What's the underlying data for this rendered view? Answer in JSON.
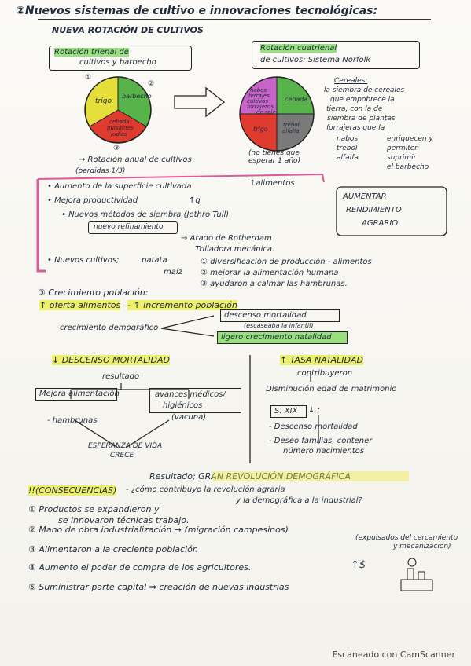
{
  "title": "②Nuevos sistemas de cultivo e innovaciones tecnológicas:",
  "subtitle": "NUEVA ROTACIÓN DE CULTIVOS",
  "rot_trienal": [
    "Rotación trienal de",
    "cultivos y barbecho"
  ],
  "rot_cuatrienal": [
    "Rotación cuatrienal",
    "de cultivos: Sistema Norfolk"
  ],
  "circle_left": {
    "n1": "①",
    "n2": "②",
    "n3": "③",
    "trigo": "trigo",
    "barbecho": "barbecho",
    "cebada": [
      "cebada",
      "guisantes",
      "judías"
    ]
  },
  "circle_right": {
    "nabos": [
      "nabos",
      "ferrajes",
      "cultivos",
      "forrajeros",
      "de raíz"
    ],
    "cebada": "cebada",
    "trigo": "trigo",
    "trebol": [
      "trébol",
      "alfalfa"
    ]
  },
  "rot_anual": "→ Rotación anual de cultivos",
  "perdidas": "(perdidas 1/3)",
  "no_tienes": [
    "(no tienes que",
    "esperar 1 año)"
  ],
  "cereales_note": [
    "Cereales:",
    "la siembra de cereales",
    "que empobrece la",
    "tierra, con la de",
    "siembra de plantas",
    "forrajeras que la",
    "nabos",
    "trebol",
    "alfalfa",
    "enriquecen y",
    "permiten",
    "suprimir",
    "el barbecho"
  ],
  "aumento_sup": "• Aumento de la superficie cultivada",
  "alimentos": "↑alimentos",
  "mejora_prod": "• Mejora productividad",
  "mejora_prod_sym": "↑q",
  "nuevos_metodos": "• Nuevos métodos de siembra (Jethro Tull)",
  "nuevo_ref": "nuevo refinamiento",
  "arado": "→ Arado de Rotherdam",
  "trilladora": "Trilladora mecánica.",
  "aumentar": [
    "AUMENTAR",
    "RENDIMIENTO",
    "AGRARIO"
  ],
  "nuevos_cultivos": "• Nuevos cultivos;",
  "patata": "patata",
  "maiz": "maíz",
  "diversif": "① diversificación de producción - alimentos",
  "mejorar": "② mejorar la alimentación humana",
  "ayudaron": "③ ayudaron a calmar las hambrunas.",
  "crecimiento_title": "③ Crecimiento población:",
  "oferta": "↑ oferta alimentos",
  "incremento": "- ↑ incremento población",
  "crecimiento_demo": "crecimiento demográfico",
  "descenso_mort": "descenso mortalidad",
  "escaseaba": "(escaseaba la infantil)",
  "ligero": "ligero crecimiento natalidad",
  "desc_mort_head": "↓ DESCENSO MORTALIDAD",
  "resultado": "resultado",
  "mejora_alim": "Mejora alimentación",
  "avances": [
    "avances médicos/",
    "higiénicos"
  ],
  "vacuna": "(vacuna)",
  "hambrunas": "- hambrunas",
  "esperanza": [
    "ESPERANZA DE VIDA",
    "CRECE"
  ],
  "tasa_nat": "↑ TASA NATALIDAD",
  "contribuyeron": "contribuyeron",
  "disminucion": "Disminución edad de matrimonio",
  "sxix": "S. XIX",
  "sxix_arrow": "↓ ;",
  "descenso_mort2": "- Descenso mortalidad",
  "deseo": [
    "- Deseo familias, contener",
    "número nacimientos"
  ],
  "resultado_gran": "Resultado; GRAN REVOLUCIÓN DEMOGRÁFICA",
  "consecuencias": "!!(CONSECUENCIAS)",
  "consec_q": [
    "- ¿cómo contribuyo la revolución agraria",
    "y la demográfica a la industrial?"
  ],
  "c1": [
    "① Productos se expandieron y",
    "se innovaron técnicas trabajo."
  ],
  "c2": "② Mano de obra industrialización → (migración campesinos)",
  "c2_note": [
    "(expulsados del cercamiento",
    "y mecanización)"
  ],
  "c3": "③ Alimentaron a la creciente población",
  "c4": "④ Aumento el poder de compra de los agricultores.",
  "c4_sym": "↑$",
  "c5": "⑤ Suministrar parte capital ⇒ creación de nuevas industrias",
  "watermark": "Escaneado con CamScanner"
}
